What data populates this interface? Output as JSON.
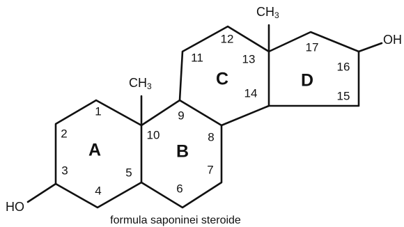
{
  "atoms": [
    "1",
    "2",
    "3",
    "4",
    "5",
    "6",
    "7",
    "8",
    "9",
    "10",
    "11",
    "12",
    "13",
    "14",
    "15",
    "16",
    "17"
  ],
  "rings": [
    "A",
    "B",
    "C",
    "D"
  ],
  "groups": {
    "methyl_top": {
      "main": "CH",
      "sub": "3"
    },
    "methyl_mid": {
      "main": "CH",
      "sub": "3"
    },
    "hydroxyl_left": "HO",
    "hydroxyl_right": "OH"
  },
  "caption": "formula saponinei steroide"
}
